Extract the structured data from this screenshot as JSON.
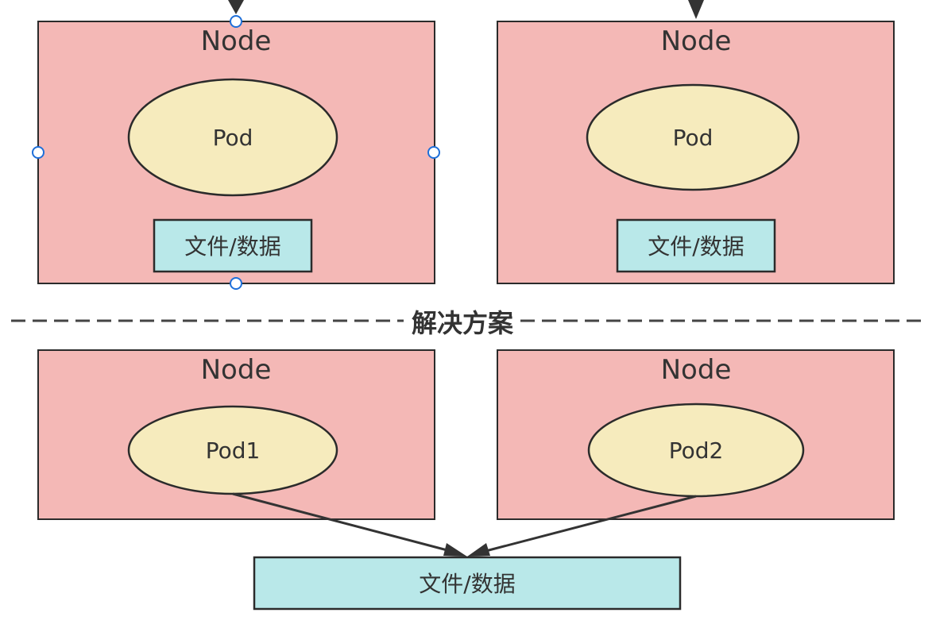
{
  "colors": {
    "node_fill": "#f4b8b6",
    "pod_fill": "#f6ebbd",
    "data_fill": "#b9e8e9",
    "outline": "#2b2b2b",
    "selection_handle": "#1e6fd9"
  },
  "problem": {
    "nodes": [
      {
        "title": "Node",
        "pod": "Pod",
        "data": "文件/数据"
      },
      {
        "title": "Node",
        "pod": "Pod",
        "data": "文件/数据"
      }
    ]
  },
  "divider": {
    "label": "解决方案"
  },
  "solution": {
    "nodes": [
      {
        "title": "Node",
        "pod": "Pod1"
      },
      {
        "title": "Node",
        "pod": "Pod2"
      }
    ],
    "shared_data": "文件/数据"
  }
}
